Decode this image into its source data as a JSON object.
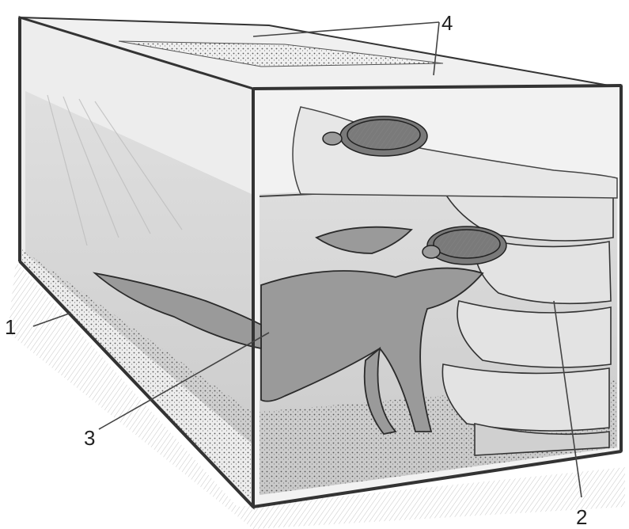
{
  "labels": {
    "one": "1",
    "two": "2",
    "three": "3",
    "four": "4"
  },
  "colors": {
    "ink": "#2b2b2b",
    "glass": "#e9e9e9",
    "water": "#d7d7d7",
    "sand": "#c9c9c9",
    "frame": "#b8b8b8"
  }
}
